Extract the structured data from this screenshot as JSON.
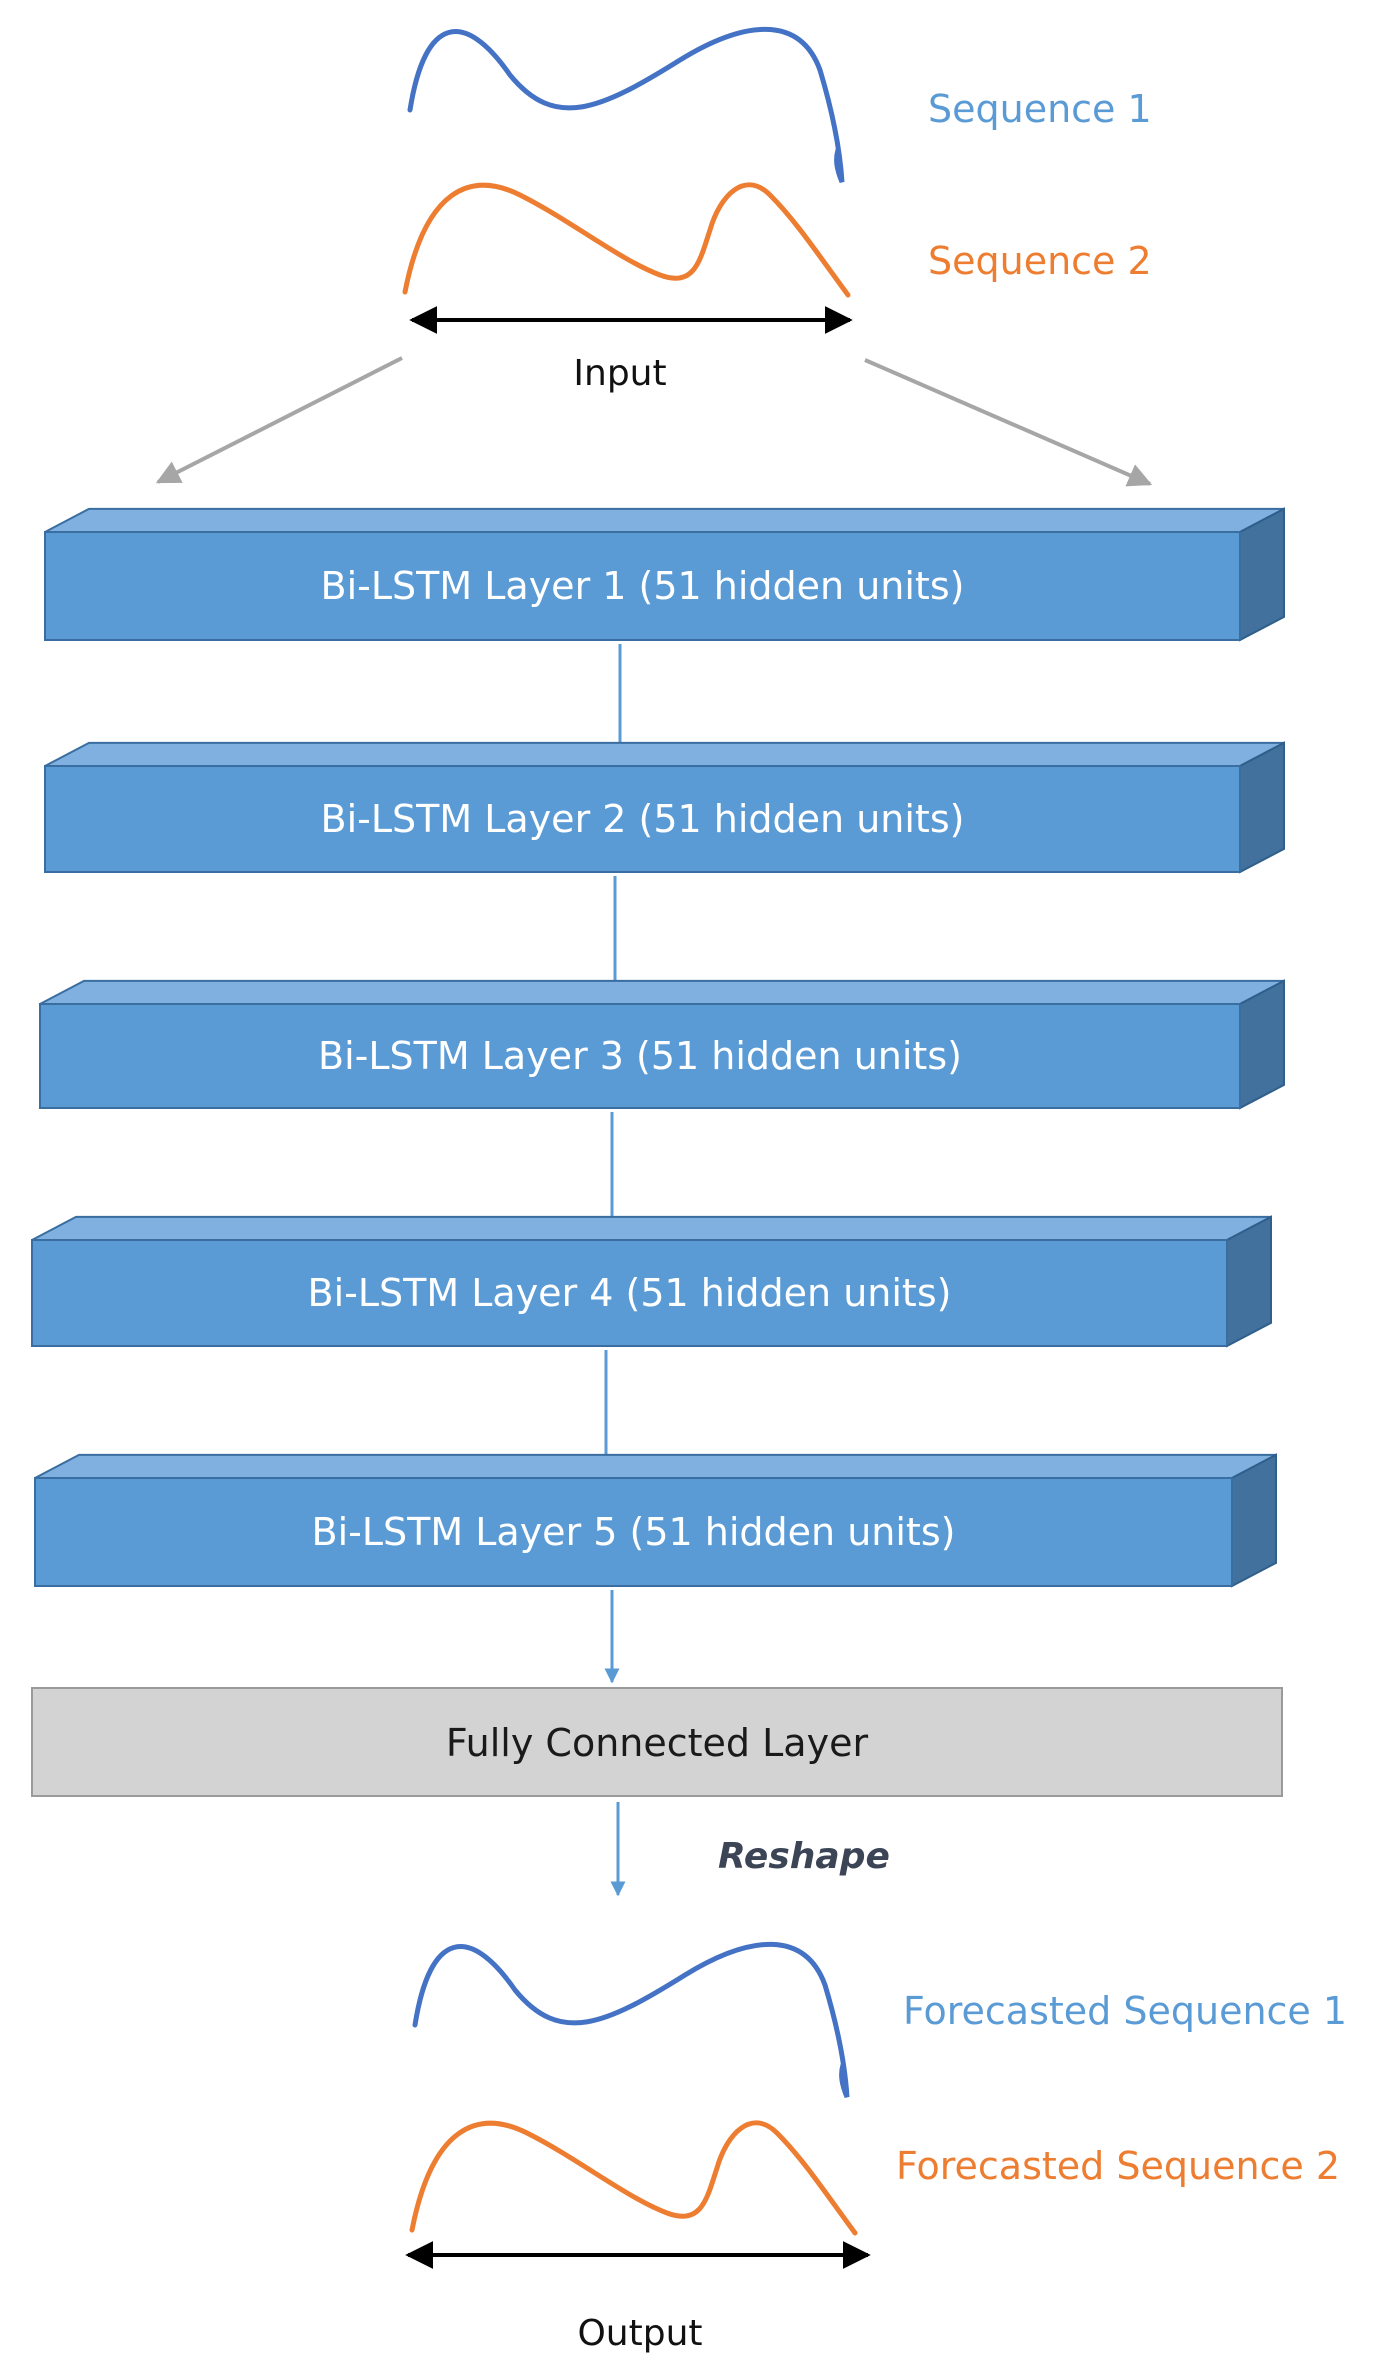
{
  "colors": {
    "seq1": "#4472c4",
    "seq2": "#ed7d31",
    "seq1_label": "#5b9bd5",
    "seq2_label": "#ed7d31",
    "layer_front": "#5b9bd5",
    "layer_top": "#7fb0df",
    "layer_side": "#41719c",
    "fc": "#d0d0d0",
    "flow_arrow": "#5b9bd5",
    "split_arrow": "#a6a6a6"
  },
  "input": {
    "sequence1_label": "Sequence 1",
    "sequence2_label": "Sequence 2",
    "label": "Input"
  },
  "layers": [
    {
      "label": "Bi-LSTM Layer 1 (51 hidden units)"
    },
    {
      "label": "Bi-LSTM Layer 2 (51 hidden units)"
    },
    {
      "label": "Bi-LSTM Layer 3 (51 hidden units)"
    },
    {
      "label": "Bi-LSTM Layer 4 (51 hidden units)"
    },
    {
      "label": "Bi-LSTM Layer 5 (51 hidden units)"
    }
  ],
  "fully_connected": {
    "label": "Fully Connected Layer"
  },
  "reshape": {
    "label": "Reshape"
  },
  "output": {
    "sequence1_label": "Forecasted Sequence 1",
    "sequence2_label": "Forecasted Sequence 2",
    "label": "Output"
  }
}
